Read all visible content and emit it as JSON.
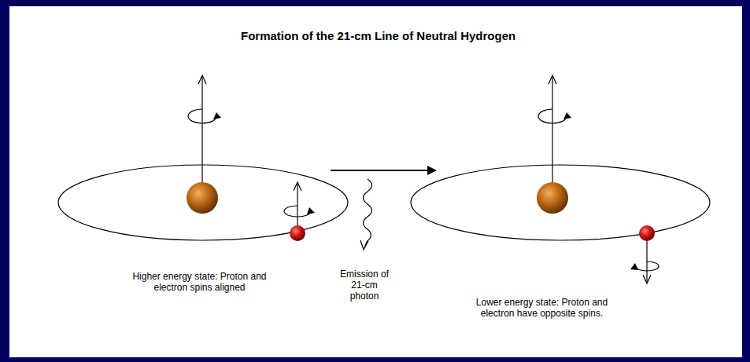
{
  "diagram": {
    "title": "Formation of the 21-cm Line of Neutral Hydrogen",
    "labels": [
      "Higher energy state: Proton and electron spins aligned",
      "Emission of 21-cm photon",
      "Lower energy state: Proton and electron have opposite spins."
    ]
  }
}
